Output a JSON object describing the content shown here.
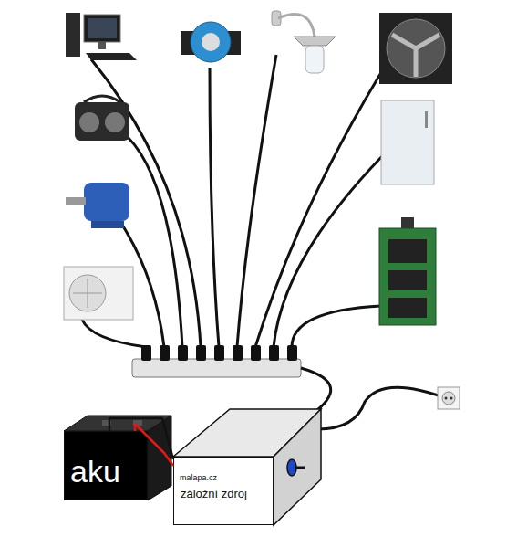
{
  "diagram": {
    "nodes": [
      {
        "text": [
          "aku"
        ]
      },
      {
        "text": [
          "malapa.cz",
          "záložní zdroj"
        ]
      }
    ],
    "edges": [
      {
        "from": 0,
        "to": 1,
        "arrow": "none"
      },
      {
        "from": 0,
        "to": 1,
        "arrow": "none"
      }
    ]
  }
}
